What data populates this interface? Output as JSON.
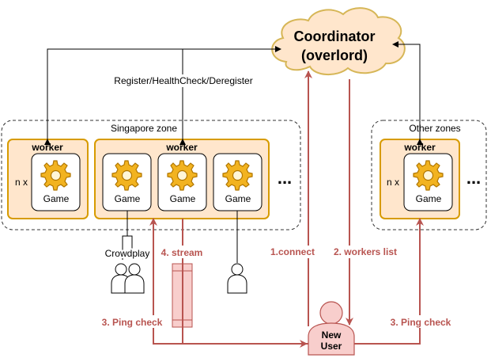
{
  "coordinator": {
    "line1": "Coordinator",
    "line2": "(overlord)"
  },
  "register_label": "Register/HealthCheck/Deregister",
  "zones": {
    "singapore": "Singapore zone",
    "other": "Other zones"
  },
  "worker_label": "worker",
  "game_label": "Game",
  "multiplier": "n x",
  "ellipsis": "...",
  "crowdplay": "Crowdplay",
  "user": {
    "line1": "New",
    "line2": "User"
  },
  "steps": {
    "connect": "1.connect",
    "workers_list": "2. workers list",
    "ping_check_left": "3. Ping check",
    "ping_check_right": "3. Ping check",
    "stream": "4. stream"
  },
  "colors": {
    "worker_fill": "#ffe6cc",
    "worker_stroke": "#d79b00",
    "cloud_fill": "#ffe6cc",
    "cloud_stroke": "#d6b656",
    "arrow_red": "#b85450",
    "user_fill": "#f8cecc",
    "stream_fill": "#f8cecc"
  }
}
